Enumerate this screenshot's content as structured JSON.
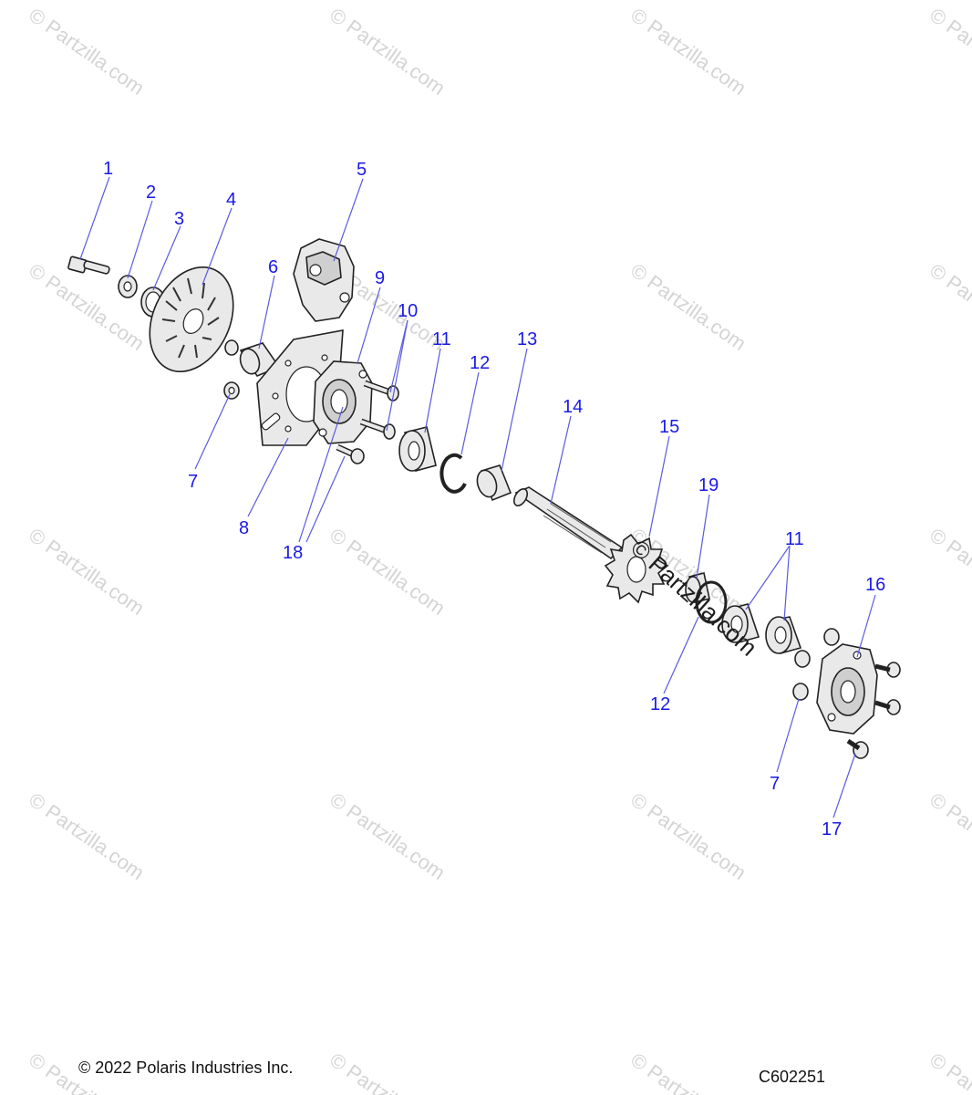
{
  "watermark_text": "© Partzilla.com",
  "footer": {
    "copyright": "© 2022 Polaris Industries Inc.",
    "drawing_code": "C602251"
  },
  "callouts": [
    {
      "id": "c1",
      "label": "1"
    },
    {
      "id": "c2",
      "label": "2"
    },
    {
      "id": "c3",
      "label": "3"
    },
    {
      "id": "c4",
      "label": "4"
    },
    {
      "id": "c5",
      "label": "5"
    },
    {
      "id": "c6",
      "label": "6"
    },
    {
      "id": "c7a",
      "label": "7"
    },
    {
      "id": "c8",
      "label": "8"
    },
    {
      "id": "c9",
      "label": "9"
    },
    {
      "id": "c10",
      "label": "10"
    },
    {
      "id": "c11a",
      "label": "11"
    },
    {
      "id": "c12a",
      "label": "12"
    },
    {
      "id": "c13",
      "label": "13"
    },
    {
      "id": "c14",
      "label": "14"
    },
    {
      "id": "c15",
      "label": "15"
    },
    {
      "id": "c18",
      "label": "18"
    },
    {
      "id": "c19",
      "label": "19"
    },
    {
      "id": "c11b",
      "label": "11"
    },
    {
      "id": "c16",
      "label": "16"
    },
    {
      "id": "c12b",
      "label": "12"
    },
    {
      "id": "c7b",
      "label": "7"
    },
    {
      "id": "c17",
      "label": "17"
    }
  ],
  "colors": {
    "callout": "#1a1ae6",
    "leader": "#5a5ae0",
    "part_stroke": "#222222"
  }
}
